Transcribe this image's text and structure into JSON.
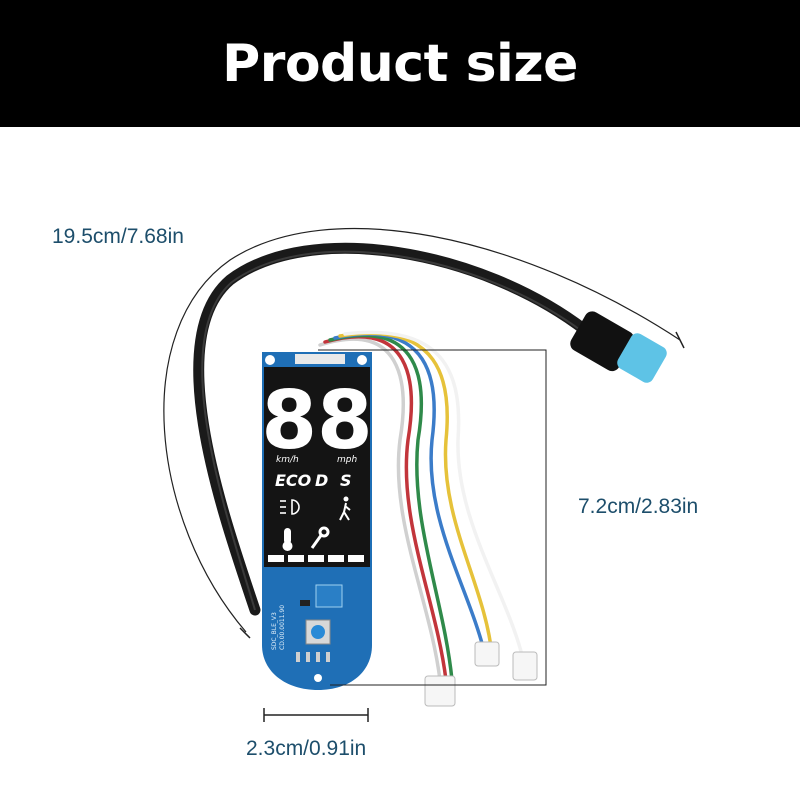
{
  "banner": {
    "title": "Product size"
  },
  "dimensions": {
    "cable_length": "19.5cm/7.68in",
    "board_height": "7.2cm/2.83in",
    "board_width": "2.3cm/0.91in"
  },
  "display": {
    "speed_digits": "88",
    "unit_left": "km/h",
    "unit_right": "mph",
    "mode_eco": "ECO",
    "mode_d": "D",
    "mode_s": "S"
  },
  "pcb": {
    "silkscreen_line1": "SDC_BLE_V3",
    "silkscreen_line2": "CD.00.0011.90"
  },
  "colors": {
    "banner": "#000000",
    "label_text": "#1d4e6b",
    "pcb_blue": "#1f6fb6",
    "connector_cyan": "#5ec3e6",
    "cable": "#1a1a1a"
  }
}
